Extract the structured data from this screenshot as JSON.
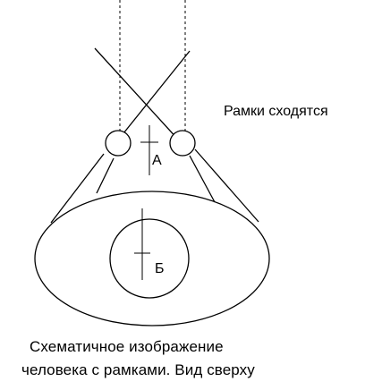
{
  "labels": {
    "frames_converge": "Рамки сходятся",
    "point_a": "А",
    "point_b": "Б"
  },
  "caption": {
    "line1": "Схематичное изображение",
    "line2": "человека с рамками. Вид сверху"
  },
  "colors": {
    "stroke": "#000000",
    "background": "#ffffff"
  }
}
